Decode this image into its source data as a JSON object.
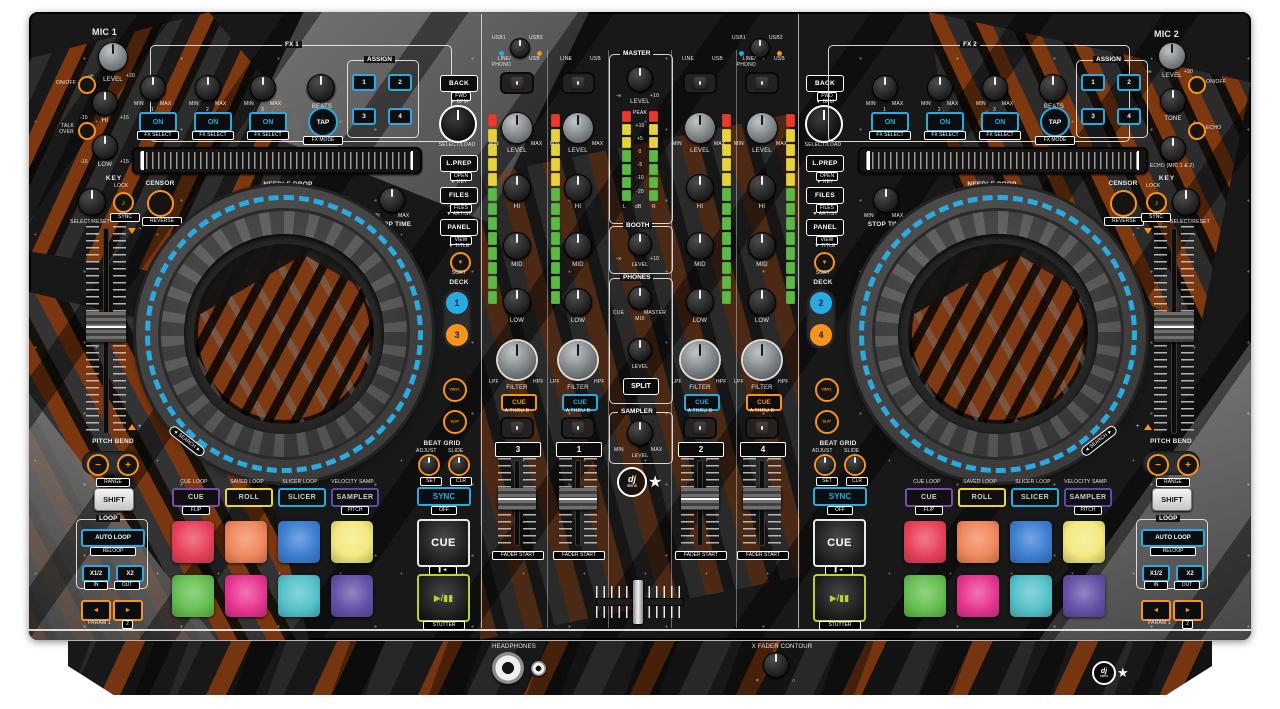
{
  "colors": {
    "accent_blue": "#29abe2",
    "accent_orange": "#f7941d",
    "play_green": "#b8d22f",
    "rust": "#8c3c0f",
    "pad_colors": [
      "#e8415c",
      "#f0885c",
      "#3d7fd2",
      "#f3e97e",
      "#66bf51",
      "#e83591",
      "#55c2cb",
      "#6651a8"
    ],
    "channel_meter": [
      "#e8392e",
      "#e6d33c",
      "#e6d33c",
      "#e6d33c",
      "#e6d33c",
      "#5cb946",
      "#5cb946",
      "#5cb946",
      "#5cb946",
      "#5cb946",
      "#5cb946",
      "#5cb946",
      "#5cb946"
    ],
    "master_meter": [
      "#e8392e",
      "#e6d33c",
      "#e6d33c",
      "#5cb946",
      "#5cb946",
      "#5cb946",
      "#5cb946"
    ]
  },
  "deck_labels": {
    "back": "BACK",
    "fwd": "FWD",
    "bpm": "▼ BPM",
    "select_load": "SELECT/LOAD",
    "lprep": "L.PREP",
    "open": "OPEN",
    "key_sub": "▼ KEY",
    "files": "FILES",
    "files_tag": "FILES",
    "artist": "▼ ARTIST",
    "panel": "PANEL",
    "view": "VIEW",
    "title_sub": "▼ TITLE",
    "sort": "SORT",
    "sort_icon": "▼",
    "deck": "DECK",
    "vinyl": "VINYL",
    "slip": "SLIP",
    "beat_grid": "BEAT GRID",
    "adjust": "ADJUST",
    "slide": "SLIDE",
    "set": "SET",
    "clr": "CLR",
    "sync": "SYNC",
    "off": "OFF",
    "cue": "CUE",
    "cue_sub": "▌◄",
    "play": "▶/▮▮",
    "stutter": "STUTTER",
    "pitch_bend": "PITCH BEND",
    "minus": "−",
    "plus": "+",
    "range": "RANGE",
    "shift": "SHIFT",
    "loop": "LOOP",
    "auto_loop": "AUTO LOOP",
    "reloop": "RELOOP",
    "x_half": "X1/2",
    "x2": "X2",
    "in": "IN",
    "out": "OUT",
    "arrow_left": "◄",
    "arrow_right": "►",
    "param": "PARAM 1",
    "param2": "2",
    "needle_drop": "NEEDLE DROP",
    "stop_time": "STOP TIME",
    "min": "MIN",
    "max": "MAX",
    "censor": "CENSOR",
    "reverse": "REVERSE",
    "key": "KEY",
    "lock": "LOCK",
    "note": "♪",
    "key_sync": "SYNC",
    "select_reset": "SELECT/RESET",
    "search": "◄ SEARCH ►",
    "fx": {
      "min": "MIN",
      "max": "MAX",
      "beats": "BEATS",
      "on": "ON",
      "fx_select": "FX SELECT",
      "tap": "TAP",
      "fx_mode": "FX MODE",
      "assign": "ASSIGN",
      "b1": "1",
      "b2": "2",
      "b3": "3",
      "b4": "4",
      "k1": "1",
      "k2": "2",
      "k3": "3"
    },
    "pad_modes": [
      {
        "top": "CUE LOOP",
        "label": "CUE",
        "bottom": "FLIP",
        "border": "#7a4ea6"
      },
      {
        "top": "SAVED LOOP",
        "label": "ROLL",
        "bottom": "",
        "border": "#e8d44d"
      },
      {
        "top": "SLICER LOOP",
        "label": "SLICER",
        "bottom": "",
        "border": "#29abe2"
      },
      {
        "top": "VELOCITY SAMP.",
        "label": "SAMPLER",
        "bottom": "PITCH",
        "border": "#5b4ea6"
      }
    ]
  },
  "decks": {
    "left": {
      "fx_title": "FX 1",
      "deck_a": "1",
      "deck_b": "3",
      "mic": {
        "title": "MIC 1",
        "level": "LEVEL",
        "neg": "-∞",
        "pos": "+20",
        "on_off": "ON/OFF",
        "talk_over": "TALK OVER",
        "hi": "HI",
        "low": "LOW",
        "m15": "-15",
        "p15": "+15"
      }
    },
    "right": {
      "fx_title": "FX 2",
      "deck_a": "2",
      "deck_b": "4",
      "mic": {
        "title": "MIC 2",
        "level": "LEVEL",
        "neg": "-∞",
        "pos": "+20",
        "on_off": "ON/OFF",
        "tone": "TONE",
        "echo": "ECHO",
        "echo_sub": "ECHO (MIC 1 & 2)"
      }
    }
  },
  "mixer": {
    "usb1": "USB1",
    "usb2": "USB2",
    "labels": {
      "line": "LINE",
      "usb": "USB",
      "line_phono": "LINE/ PHONO",
      "level": "LEVEL",
      "min": "MIN",
      "max": "MAX",
      "hi": "HI",
      "mid": "MID",
      "low": "LOW",
      "filter": "FILTER",
      "lpf": "LPF",
      "hpf": "HPF",
      "cue": "CUE",
      "athrub": "A THRU B",
      "fader_start": "FADER START"
    },
    "channels": [
      {
        "number": "3",
        "source_left": "LINE/ PHONO",
        "source_right": "USB",
        "cue_color": "#f7941d"
      },
      {
        "number": "1",
        "source_left": "LINE",
        "source_right": "USB",
        "cue_color": "#29abe2"
      },
      {
        "number": "2",
        "source_left": "LINE",
        "source_right": "USB",
        "cue_color": "#29abe2"
      },
      {
        "number": "4",
        "source_left": "LINE/ PHONO",
        "source_right": "USB",
        "cue_color": "#f7941d"
      }
    ],
    "master": {
      "title": "MASTER",
      "level": "LEVEL",
      "neg": "-∞",
      "pos": "+10",
      "scale": [
        "PEAK",
        "+10",
        "+5",
        "0",
        "-5",
        "-10",
        "-20"
      ],
      "l": "L",
      "db": "dB",
      "r": "R"
    },
    "booth": {
      "title": "BOOTH",
      "level": "LEVEL",
      "neg": "-∞",
      "pos": "+10"
    },
    "phones": {
      "title": "PHONES",
      "mix": "MIX",
      "cue": "CUE",
      "master": "MASTER",
      "level": "LEVEL",
      "split": "SPLIT"
    },
    "sampler": {
      "title": "SAMPLER",
      "level": "LEVEL",
      "min": "MIN",
      "max": "MAX"
    }
  },
  "front": {
    "headphones": "HEADPHONES",
    "xfader": "X FADER CONTOUR",
    "x_mark": "×",
    "curve_mark": "∩"
  },
  "branding": {
    "dj": "dj",
    "skins": "skins",
    "star": "★"
  }
}
